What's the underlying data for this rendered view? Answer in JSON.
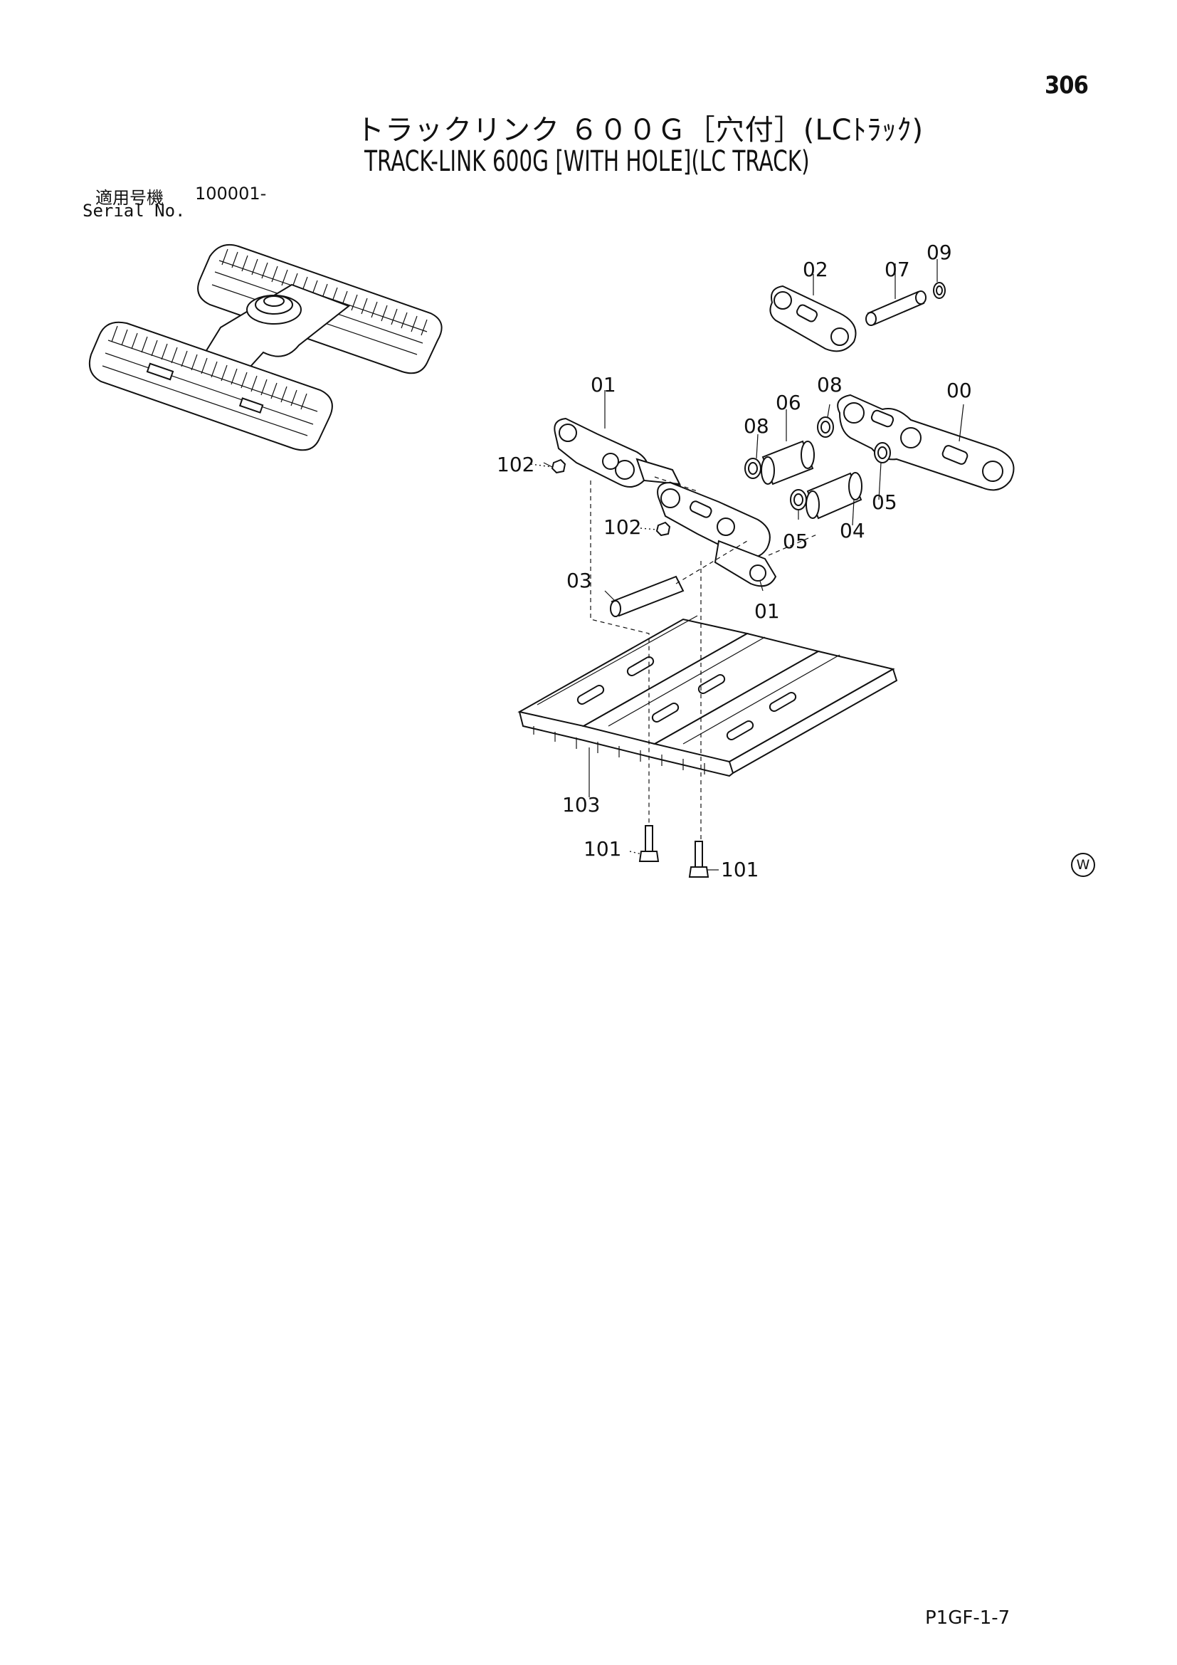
{
  "page_number": "306",
  "title_jp": "トラックリンク ６００Ｇ［穴付］(LCﾄﾗｯｸ)",
  "title_en": "TRACK-LINK 600G [WITH HOLE](LC TRACK)",
  "serial": {
    "label_jp": "適用号機",
    "value": "100001-",
    "label_en": "Serial No."
  },
  "callouts": [
    "00",
    "01",
    "01",
    "02",
    "03",
    "04",
    "05",
    "05",
    "06",
    "07",
    "08",
    "08",
    "09",
    "101",
    "101",
    "102",
    "102",
    "103"
  ],
  "symbol_w": "W",
  "doc_code": "P1GF-1-7"
}
